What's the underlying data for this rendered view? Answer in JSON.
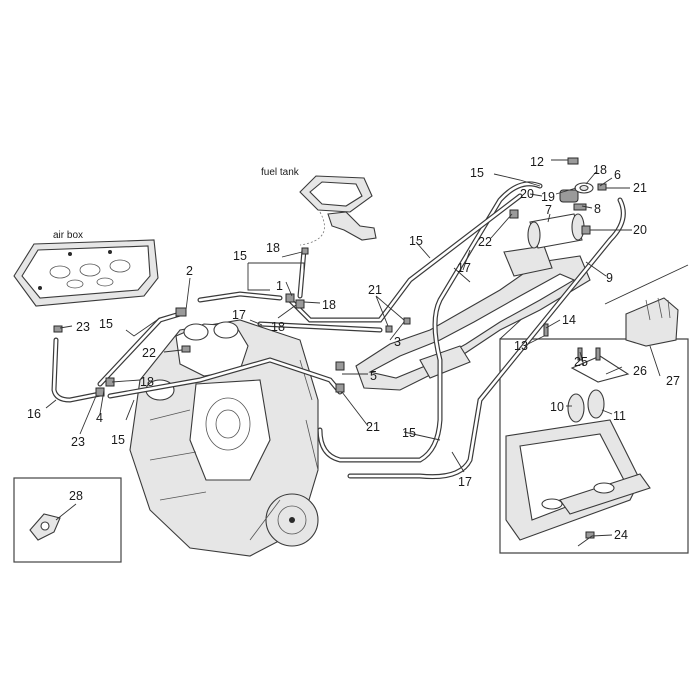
{
  "captions": {
    "air_box": "air box",
    "fuel_tank": "fuel tank"
  },
  "callouts": {
    "n1": "1",
    "n2": "2",
    "n3": "3",
    "n4": "4",
    "n5": "5",
    "n6": "6",
    "n7": "7",
    "n8": "8",
    "n9": "9",
    "n10": "10",
    "n11": "11",
    "n12": "12",
    "n13": "13",
    "n14": "14",
    "n15": "15",
    "n16": "16",
    "n17": "17",
    "n18": "18",
    "n19": "19",
    "n20": "20",
    "n21": "21",
    "n22": "22",
    "n23": "23",
    "n24": "24",
    "n25": "25",
    "n26": "26",
    "n27": "27",
    "n28": "28"
  }
}
